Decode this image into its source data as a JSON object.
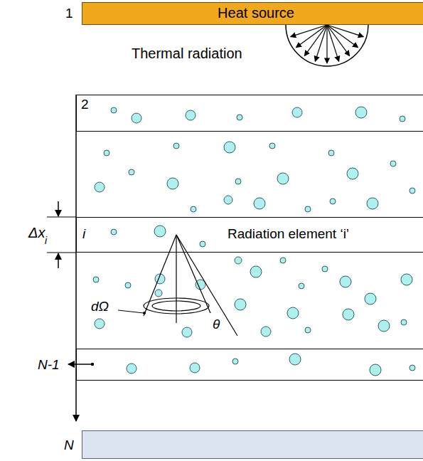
{
  "diagram": {
    "nodes": [
      {
        "text": [
          "1",
          "Heat source"
        ]
      },
      {
        "text": [
          "2"
        ]
      },
      {
        "text": [
          "i",
          "Radiation element ‘i’"
        ]
      },
      {
        "text": [
          "N-1"
        ]
      },
      {
        "text": [
          "N"
        ]
      }
    ],
    "labels": [
      "Thermal radiation",
      "Δx",
      "i",
      "dΩ",
      "θ"
    ]
  }
}
